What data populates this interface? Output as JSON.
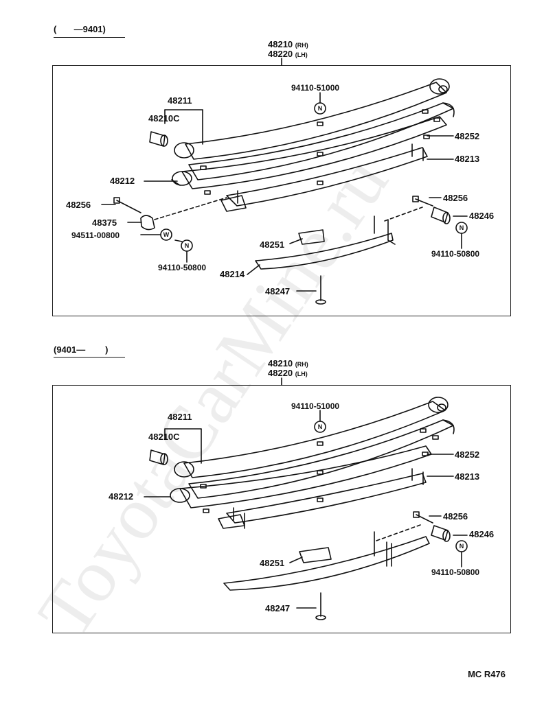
{
  "top": {
    "range": "(       —9401)",
    "assembly_rh": "48210",
    "assembly_rh_suffix": "(RH)",
    "assembly_lh": "48220",
    "assembly_lh_suffix": "(LH)",
    "labels": {
      "p48211": "48211",
      "p48210c": "48210C",
      "p94110_51000": "94110-51000",
      "p48252": "48252",
      "p48213": "48213",
      "p48212": "48212",
      "p48256a": "48256",
      "p48375": "48375",
      "p94511": "94511-00800",
      "p94110_50800a": "94110-50800",
      "p48256b": "48256",
      "p48246": "48246",
      "p94110_50800b": "94110-50800",
      "p48251": "48251",
      "p48214": "48214",
      "p48247": "48247"
    }
  },
  "bottom": {
    "range": "(9401—        )",
    "assembly_rh": "48210",
    "assembly_rh_suffix": "(RH)",
    "assembly_lh": "48220",
    "assembly_lh_suffix": "(LH)",
    "labels": {
      "p94110_51000": "94110-51000",
      "p48211": "48211",
      "p48210c": "48210C",
      "p48252": "48252",
      "p48213": "48213",
      "p48212": "48212",
      "p48256": "48256",
      "p48246": "48246",
      "p94110_50800": "94110-50800",
      "p48251": "48251",
      "p48247": "48247"
    }
  },
  "footer": "MC  R476",
  "watermark": "ToyotaCarMine.ru"
}
